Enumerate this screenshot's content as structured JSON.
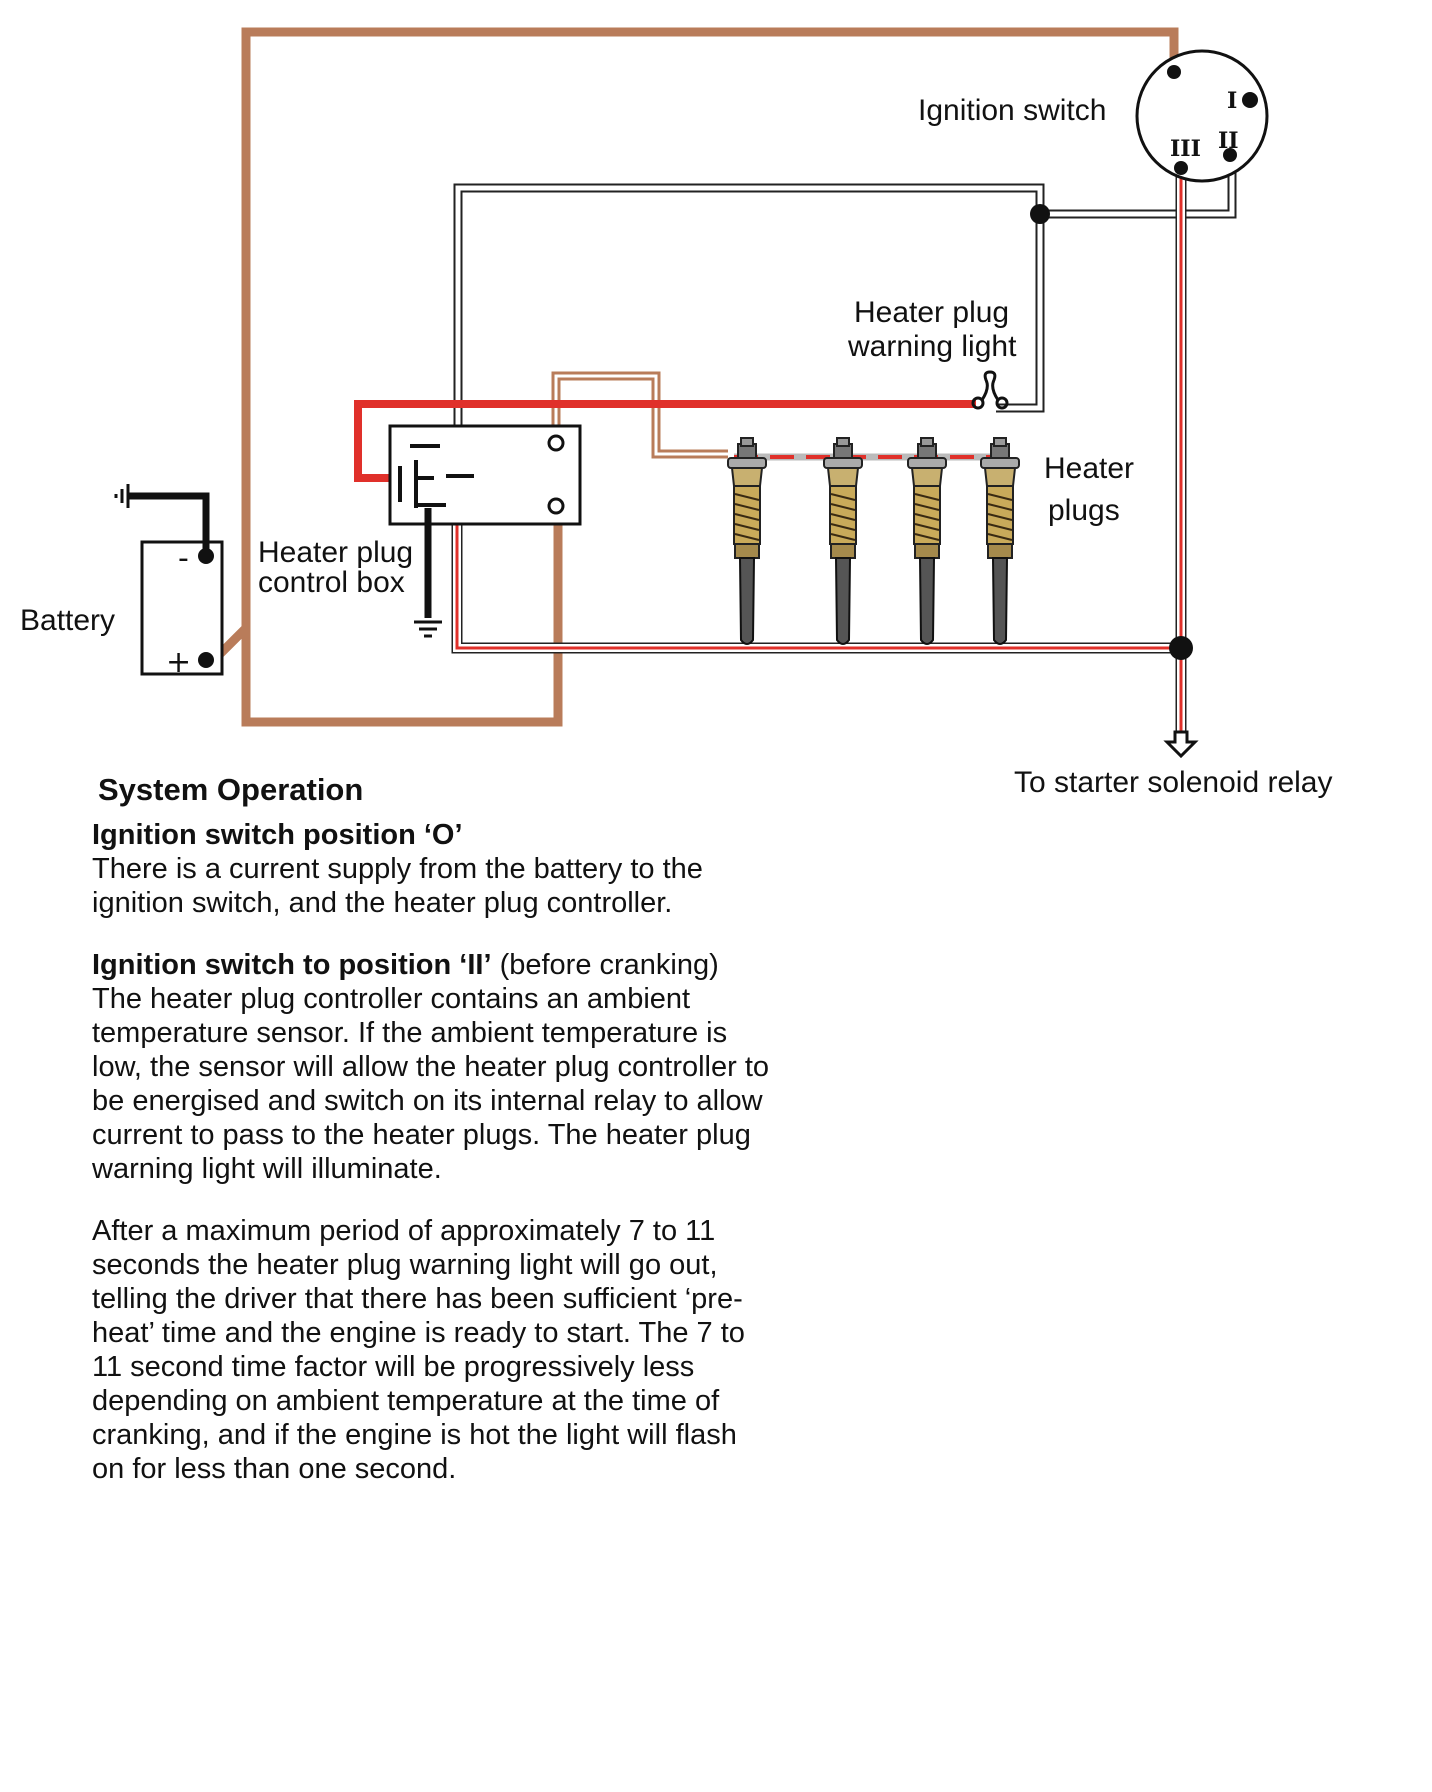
{
  "diagram": {
    "labels": {
      "ignition_switch": "Ignition switch",
      "warning_light_line1": "Heater plug",
      "warning_light_line2": "warning light",
      "heater_plugs_line1": "Heater",
      "heater_plugs_line2": "plugs",
      "control_box_line1": "Heater plug",
      "control_box_line2": "control box",
      "battery": "Battery",
      "starter": "To starter solenoid relay"
    },
    "switch_positions": {
      "pos1": "I",
      "pos2": "II",
      "pos3": "III"
    },
    "battery_terminals": {
      "negative": "-",
      "positive": "+"
    },
    "colors": {
      "brown_wire": "#b97c5a",
      "red_wire": "#e0302a",
      "black_wire": "#111111"
    }
  },
  "text": {
    "section_title": "System Operation",
    "pos0_heading": "Ignition switch position ‘O’",
    "pos0_body": "There is a current supply from the battery to the ignition switch, and the heater plug controller.",
    "pos2_heading": "Ignition switch to position ‘II’",
    "pos2_heading_suffix": " (before cranking)",
    "pos2_body": "The heater plug controller contains an ambient temperature sensor. If the ambient temperature is low, the sensor will allow the heater plug controller to be energised and switch on its internal relay to allow current to pass to the heater plugs. The heater plug warning light will illuminate.",
    "timing_body": "After a maximum period of approximately 7 to 11 seconds the heater plug warning light will go out, telling the driver that there has been sufficient ‘pre-heat’ time and the engine is ready to start. The 7 to 11 second time factor will be progressively less depending on ambient temperature at the time of cranking, and if the engine is hot the light will flash on for less than one second."
  }
}
